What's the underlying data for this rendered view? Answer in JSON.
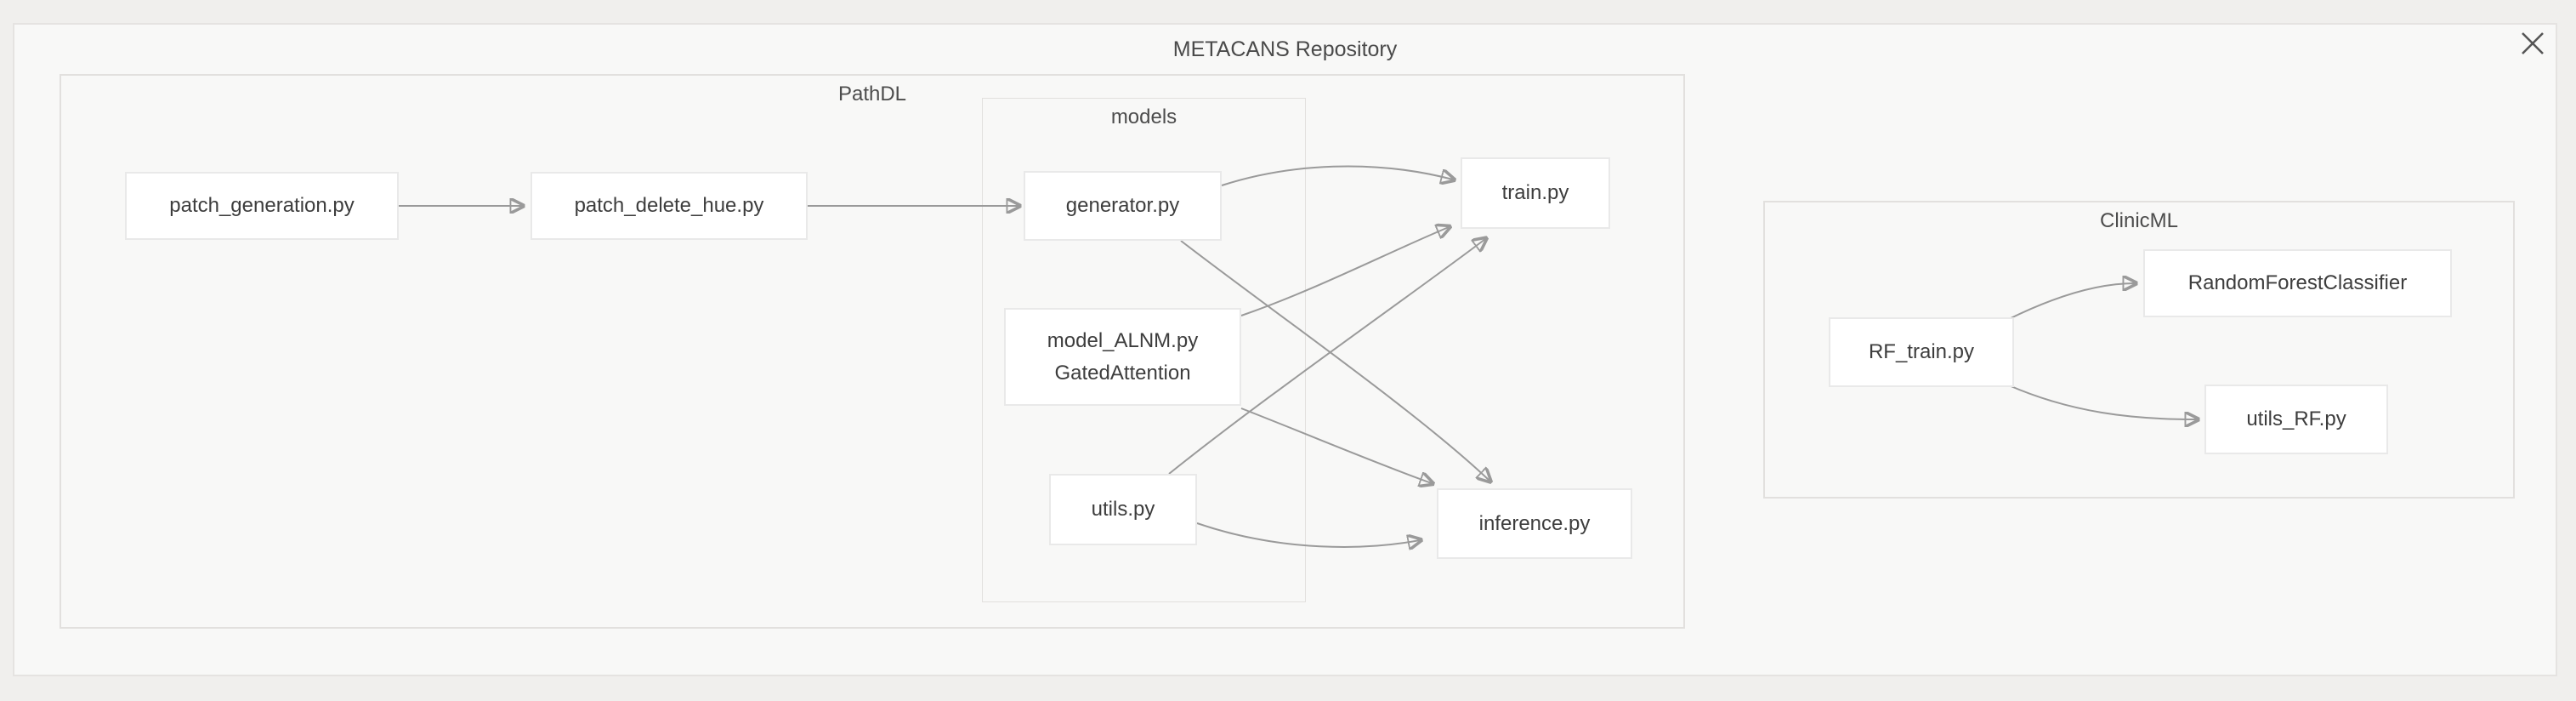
{
  "window": {
    "title": "METACANS Repository"
  },
  "diagram": {
    "groups": [
      {
        "id": "pathdl",
        "label": "PathDL"
      },
      {
        "id": "models",
        "label": "models",
        "parent": "pathdl"
      },
      {
        "id": "clinicml",
        "label": "ClinicML"
      }
    ],
    "nodes": [
      {
        "id": "patch_generation",
        "label": "patch_generation.py",
        "group": "pathdl"
      },
      {
        "id": "patch_delete_hue",
        "label": "patch_delete_hue.py",
        "group": "pathdl"
      },
      {
        "id": "generator",
        "label": "generator.py",
        "group": "models"
      },
      {
        "id": "model_alnm",
        "label": "model_ALNM.py",
        "sublabel": "GatedAttention",
        "group": "models"
      },
      {
        "id": "utils",
        "label": "utils.py",
        "group": "models"
      },
      {
        "id": "train",
        "label": "train.py",
        "group": "pathdl"
      },
      {
        "id": "inference",
        "label": "inference.py",
        "group": "pathdl"
      },
      {
        "id": "rf_train",
        "label": "RF_train.py",
        "group": "clinicml"
      },
      {
        "id": "rfc",
        "label": "RandomForestClassifier",
        "group": "clinicml"
      },
      {
        "id": "utils_rf",
        "label": "utils_RF.py",
        "group": "clinicml"
      }
    ],
    "edges": [
      {
        "from": "patch_generation",
        "to": "patch_delete_hue"
      },
      {
        "from": "patch_delete_hue",
        "to": "generator"
      },
      {
        "from": "generator",
        "to": "train"
      },
      {
        "from": "generator",
        "to": "inference"
      },
      {
        "from": "model_alnm",
        "to": "train"
      },
      {
        "from": "model_alnm",
        "to": "inference"
      },
      {
        "from": "utils",
        "to": "train"
      },
      {
        "from": "utils",
        "to": "inference"
      },
      {
        "from": "rf_train",
        "to": "rfc"
      },
      {
        "from": "rf_train",
        "to": "utils_rf"
      }
    ],
    "colors": {
      "page_bg": "#f0efed",
      "panel_bg": "#f8f8f7",
      "node_bg": "#ffffff",
      "node_border": "#e9e9e9",
      "group_border": "#e2e0de",
      "arrow": "#9a9a9a",
      "text": "#3d3d3d",
      "close_icon": "#555555"
    }
  }
}
